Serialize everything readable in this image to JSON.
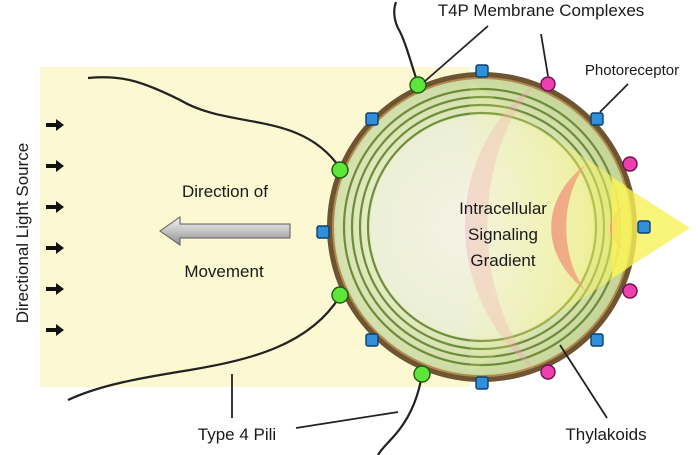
{
  "labels": {
    "light_source": "Directional Light Source",
    "direction_line1": "Direction of",
    "direction_line2": "Movement",
    "signal_line1": "Intracellular",
    "signal_line2": "Signaling",
    "signal_line3": "Gradient",
    "t4p_complexes": "T4P Membrane Complexes",
    "photoreceptor": "Photoreceptor",
    "pili": "Type 4 Pili",
    "thylakoids": "Thylakoids"
  },
  "colors": {
    "light_field": "#fbf8d2",
    "light_beam": "#f7f35a",
    "cell_wall": "#8a6a3a",
    "thylakoid_fill": "#c9d8a0",
    "thylakoid_line": "#6e8c3a",
    "t4p_complex": "#5fe63a",
    "photoreceptor_pink": "#ec3fb0",
    "photoreceptor_blue": "#2f8fd8",
    "signal_gradient": "#e8507a",
    "arrow": "#b8b8b8"
  },
  "icons": {
    "light_arrow": "arrow-right-icon",
    "movement_arrow": "arrow-left-icon"
  }
}
